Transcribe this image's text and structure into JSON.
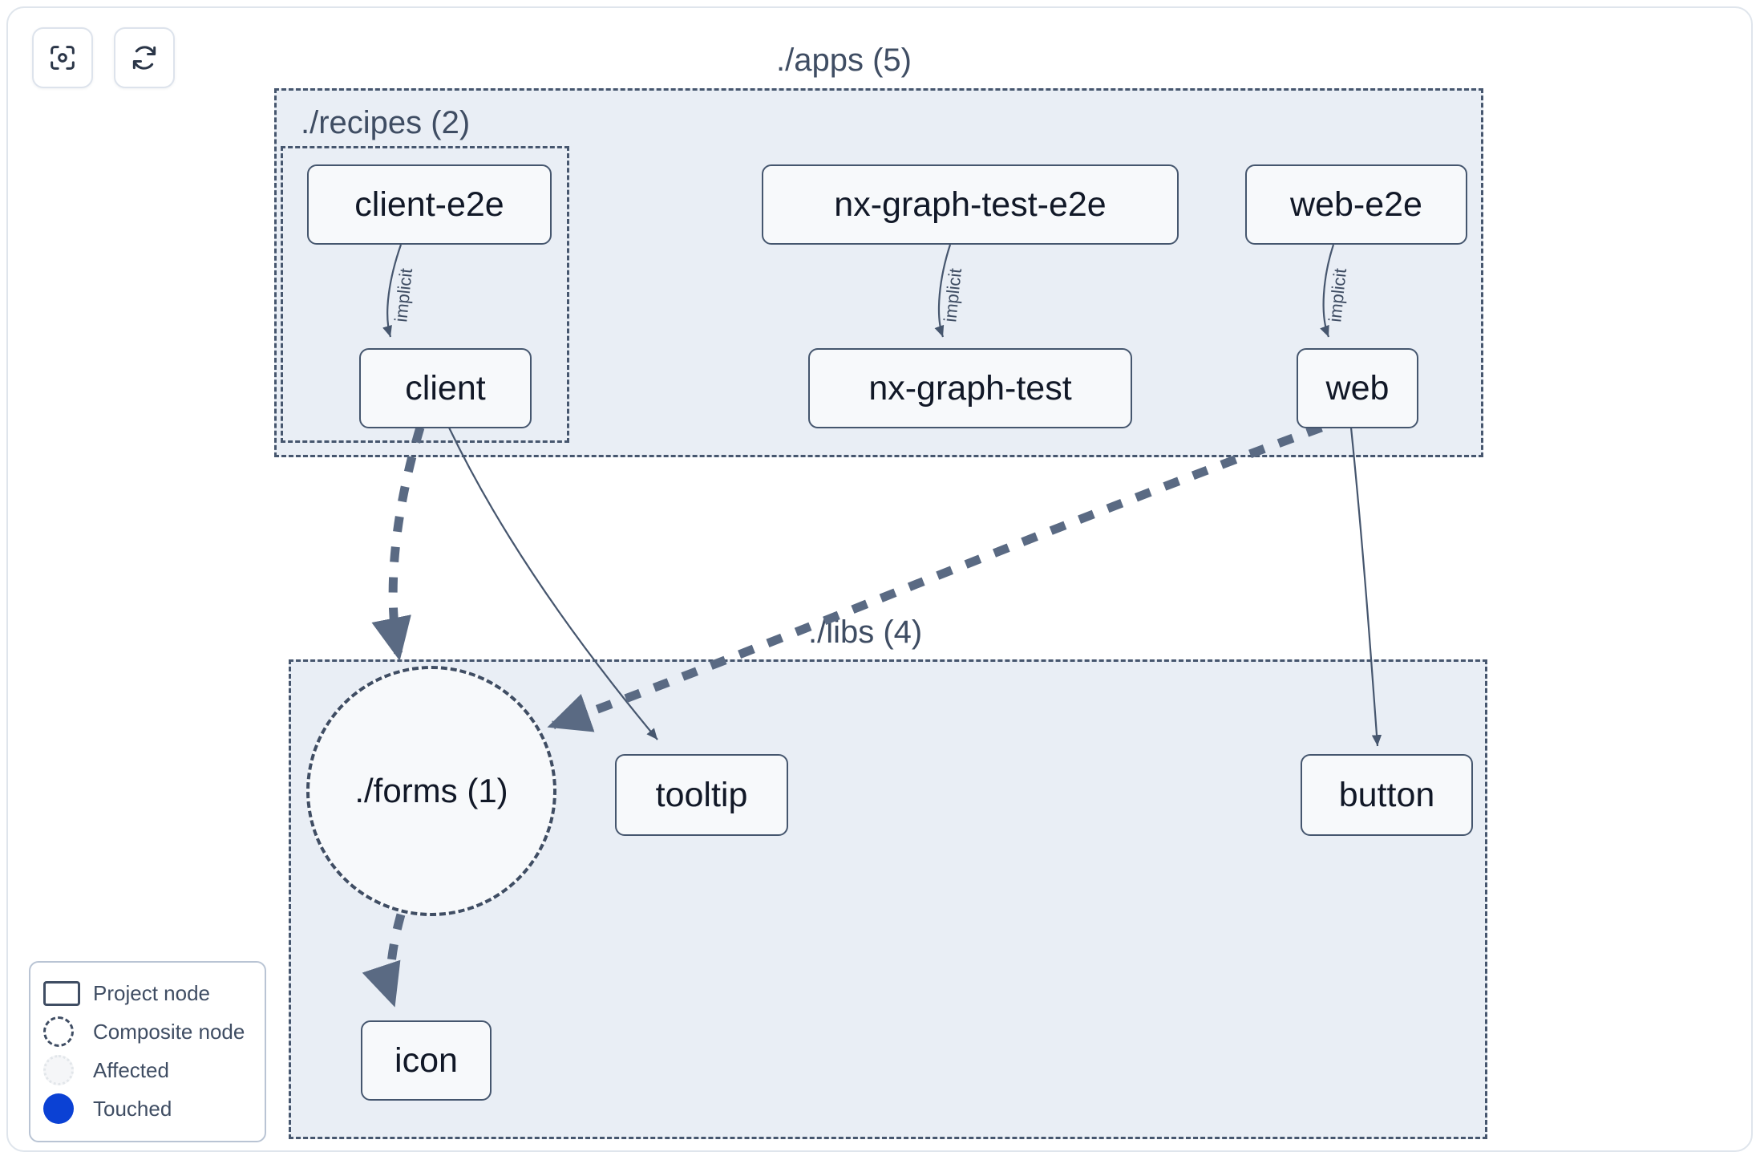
{
  "toolbar": {
    "buttons": [
      {
        "name": "focus-graph-button",
        "icon": "focus-target-icon",
        "label": ""
      },
      {
        "name": "refresh-graph-button",
        "icon": "refresh-icon",
        "label": ""
      }
    ]
  },
  "groups": [
    {
      "id": "apps",
      "label": "./apps (5)"
    },
    {
      "id": "recipes",
      "label": "./recipes (2)"
    },
    {
      "id": "libs",
      "label": "./libs (4)"
    }
  ],
  "nodes": [
    {
      "id": "client-e2e",
      "label": "client-e2e",
      "type": "project",
      "group": "recipes"
    },
    {
      "id": "nx-graph-test-e2e",
      "label": "nx-graph-test-e2e",
      "type": "project",
      "group": "apps"
    },
    {
      "id": "web-e2e",
      "label": "web-e2e",
      "type": "project",
      "group": "apps"
    },
    {
      "id": "client",
      "label": "client",
      "type": "project",
      "group": "recipes"
    },
    {
      "id": "nx-graph-test",
      "label": "nx-graph-test",
      "type": "project",
      "group": "apps"
    },
    {
      "id": "web",
      "label": "web",
      "type": "project",
      "group": "apps"
    },
    {
      "id": "forms",
      "label": "./forms (1)",
      "type": "composite",
      "group": "libs"
    },
    {
      "id": "tooltip",
      "label": "tooltip",
      "type": "project",
      "group": "libs"
    },
    {
      "id": "button",
      "label": "button",
      "type": "project",
      "group": "libs"
    },
    {
      "id": "icon",
      "label": "icon",
      "type": "project",
      "group": "libs"
    }
  ],
  "edges": [
    {
      "from": "client-e2e",
      "to": "client",
      "label": "implicit",
      "style": "solid-thin"
    },
    {
      "from": "nx-graph-test-e2e",
      "to": "nx-graph-test",
      "label": "implicit",
      "style": "solid-thin"
    },
    {
      "from": "web-e2e",
      "to": "web",
      "label": "implicit",
      "style": "solid-thin"
    },
    {
      "from": "client",
      "to": "forms",
      "label": "",
      "style": "dashed-thick"
    },
    {
      "from": "client",
      "to": "tooltip",
      "label": "",
      "style": "solid-thin"
    },
    {
      "from": "web",
      "to": "forms",
      "label": "",
      "style": "dashed-thick"
    },
    {
      "from": "web",
      "to": "button",
      "label": "",
      "style": "solid-thin"
    },
    {
      "from": "forms",
      "to": "icon",
      "label": "",
      "style": "dashed-thick"
    }
  ],
  "legend": {
    "items": [
      {
        "glyph": "project-node-glyph",
        "label": "Project node"
      },
      {
        "glyph": "composite-node-glyph",
        "label": "Composite node"
      },
      {
        "glyph": "affected-glyph",
        "label": "Affected"
      },
      {
        "glyph": "touched-glyph",
        "label": "Touched"
      }
    ]
  },
  "colors": {
    "group_fill": "#e9eef5",
    "group_border": "#46566e",
    "node_fill": "#f7f9fb",
    "node_border": "#45566e",
    "text": "#111827",
    "muted_text": "#3f4d63",
    "touched": "#0b41d4",
    "edge": "#46566e",
    "frame": "#dfe5ec"
  }
}
